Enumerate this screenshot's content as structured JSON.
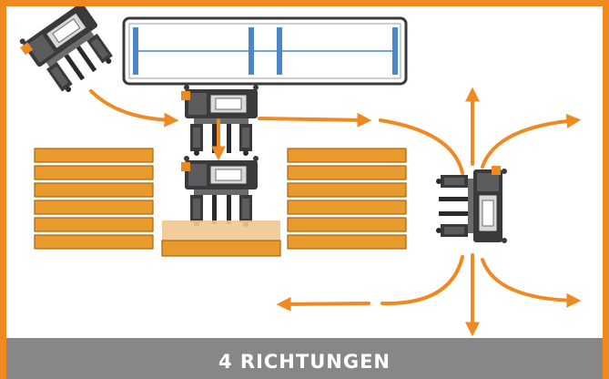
{
  "title": "4 RICHTUNGEN",
  "colors": {
    "accent": "#ef8a23",
    "lumber": "#e89a2c",
    "lumber_edge": "#a86612",
    "machine": "#3a3a3c",
    "machine_light": "#6b6b6e",
    "footer": "#878787",
    "panel_blue": "#4a86c9"
  },
  "arrow_directions": [
    "right",
    "left",
    "up",
    "down"
  ]
}
